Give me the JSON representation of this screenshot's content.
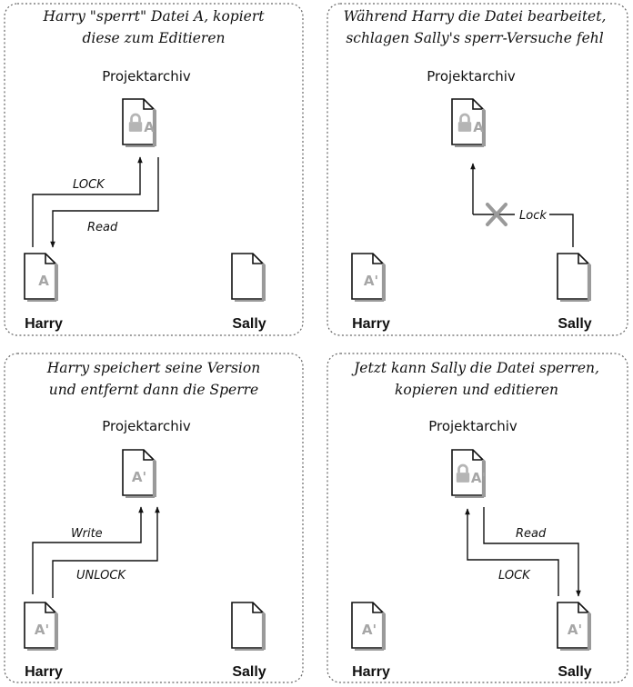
{
  "panels": [
    {
      "caption": [
        "Harry \"sperrt\" Datei A, kopiert",
        "diese zum Editieren"
      ],
      "repository_label": "Projektarchiv",
      "repository_doc": "A",
      "repository_locked": true,
      "left_person": "Harry",
      "right_person": "Sally",
      "left_doc": "A",
      "right_doc": "",
      "flows": [
        "LOCK",
        "Read"
      ]
    },
    {
      "caption": [
        "Während Harry die Datei bearbeitet,",
        "schlagen Sally's sperr-Versuche fehl"
      ],
      "repository_label": "Projektarchiv",
      "repository_doc": "A",
      "repository_locked": true,
      "left_person": "Harry",
      "right_person": "Sally",
      "left_doc": "A'",
      "right_doc": "",
      "flows": [
        "Lock"
      ]
    },
    {
      "caption": [
        "Harry speichert seine Version",
        "und entfernt dann die Sperre"
      ],
      "repository_label": "Projektarchiv",
      "repository_doc": "A'",
      "repository_locked": false,
      "left_person": "Harry",
      "right_person": "Sally",
      "left_doc": "A'",
      "right_doc": "",
      "flows": [
        "Write",
        "UNLOCK"
      ]
    },
    {
      "caption": [
        "Jetzt kann Sally die Datei sperren,",
        "kopieren und editieren"
      ],
      "repository_label": "Projektarchiv",
      "repository_doc": "A'",
      "repository_locked": true,
      "left_person": "Harry",
      "right_person": "Sally",
      "left_doc": "A'",
      "right_doc": "A'",
      "flows": [
        "Read",
        "LOCK"
      ]
    }
  ],
  "icons": {
    "document": "document-icon",
    "lock": "padlock-icon",
    "failed": "x-mark-icon"
  },
  "colors": {
    "ink": "#111111",
    "doc_fill": "#ffffff",
    "doc_letter": "#a6a6a6",
    "lock": "#b5b5b5",
    "failed_mark": "#9a9a9a"
  }
}
